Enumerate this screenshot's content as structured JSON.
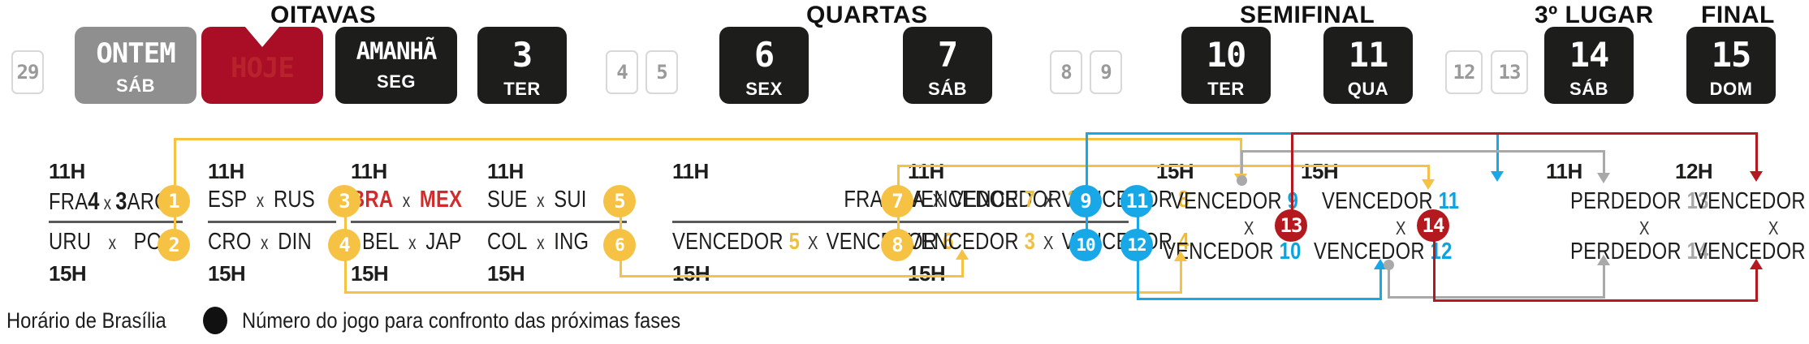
{
  "legend": {
    "timezone_note": "Horário de Brasília",
    "bullet_icon": "filled-circle",
    "number_note": "Número do jogo para confronto das próximas fases"
  },
  "colors": {
    "yellow": "#f6c243",
    "blue": "#18a8e8",
    "red": "#b3191f",
    "gray": "#a9a9a9",
    "today_red": "#aa0e27",
    "yesterday_gray": "#8f8f8f",
    "dark": "#1d1d1b",
    "brasil_red": "#d22b2b"
  },
  "phases": [
    {
      "key": "oitavas",
      "label": "OITAVAS"
    },
    {
      "key": "quartas",
      "label": "QUARTAS"
    },
    {
      "key": "semifinal",
      "label": "SEMIFINAL"
    },
    {
      "key": "terceiro",
      "label": "3º LUGAR"
    },
    {
      "key": "final",
      "label": "FINAL"
    }
  ],
  "dates": [
    {
      "id": "d29",
      "type": "ghost",
      "num": "29"
    },
    {
      "id": "d30",
      "type": "card",
      "style": "gray",
      "num": "ONTEM",
      "dow": "SÁB"
    },
    {
      "id": "d01",
      "type": "card",
      "style": "red",
      "num": "HOJE",
      "dow": ""
    },
    {
      "id": "d02",
      "type": "card",
      "style": "dark",
      "num": "AMANHÃ",
      "dow": "SEG"
    },
    {
      "id": "d03",
      "type": "card",
      "style": "dark",
      "num": "3",
      "dow": "TER"
    },
    {
      "id": "d04",
      "type": "ghost",
      "num": "4"
    },
    {
      "id": "d05",
      "type": "ghost",
      "num": "5"
    },
    {
      "id": "d06",
      "type": "card",
      "style": "dark",
      "num": "6",
      "dow": "SEX"
    },
    {
      "id": "d07",
      "type": "card",
      "style": "dark",
      "num": "7",
      "dow": "SÁB"
    },
    {
      "id": "d08",
      "type": "ghost",
      "num": "8"
    },
    {
      "id": "d09",
      "type": "ghost",
      "num": "9"
    },
    {
      "id": "d10",
      "type": "card",
      "style": "dark",
      "num": "10",
      "dow": "TER"
    },
    {
      "id": "d11",
      "type": "card",
      "style": "dark",
      "num": "11",
      "dow": "QUA"
    },
    {
      "id": "d12",
      "type": "ghost",
      "num": "12"
    },
    {
      "id": "d13",
      "type": "ghost",
      "num": "13"
    },
    {
      "id": "d14",
      "type": "card",
      "style": "dark",
      "num": "14",
      "dow": "SÁB"
    },
    {
      "id": "d15",
      "type": "card",
      "style": "dark",
      "num": "15",
      "dow": "DOM"
    }
  ],
  "matches": {
    "g1": {
      "time_top": "11H",
      "time_bottom": "15H",
      "top": {
        "home": "FRA",
        "home_score": "4",
        "x": "x",
        "away_score": "3",
        "away": "ARG",
        "badge": "1"
      },
      "bottom": {
        "home": "URU",
        "x": "x",
        "away": "POR",
        "badge": "2"
      }
    },
    "g2": {
      "time_top": "11H",
      "time_bottom": "15H",
      "top": {
        "home": "ESP",
        "x": "x",
        "away": "RUS",
        "badge": "3"
      },
      "bottom": {
        "home": "CRO",
        "x": "x",
        "away": "DIN",
        "badge": "4"
      }
    },
    "g3": {
      "time_top": "11H",
      "time_bottom": "15H",
      "top": {
        "home": "BRA",
        "x": "x",
        "away": "MEX",
        "badge": "5",
        "highlight": true
      },
      "bottom": {
        "home": "BEL",
        "x": "x",
        "away": "JAP",
        "badge": "6"
      }
    },
    "g4": {
      "time_top": "11H",
      "time_bottom": "15H",
      "top": {
        "home": "SUE",
        "x": "x",
        "away": "SUI",
        "badge": "7"
      },
      "bottom": {
        "home": "COL",
        "x": "x",
        "away": "ING",
        "badge": "8"
      }
    },
    "q1": {
      "time_top": "11H",
      "time_bottom": "15H",
      "top": {
        "home": "FRANÇA",
        "x": "X",
        "away_label": "VENCEDOR",
        "away_num": "2",
        "badge": "9"
      },
      "bottom": {
        "home_label": "VENCEDOR",
        "home_num": "5",
        "x": "X",
        "away_label": "VENCEDOR",
        "away_num": "6",
        "badge": "10"
      }
    },
    "q2": {
      "time_top": "11H",
      "time_bottom": "15H",
      "top": {
        "home_label": "VENCEDOR",
        "home_num": "7",
        "x": "X",
        "away_label": "VENCEDOR",
        "away_num": "8",
        "badge": "11"
      },
      "bottom": {
        "home_label": "VENCEDOR",
        "home_num": "3",
        "x": "X",
        "away_label": "VENCEDOR",
        "away_num": "4",
        "badge": "12"
      }
    },
    "s1": {
      "time": "15H",
      "line1_label": "VENCEDOR",
      "line1_num": "9",
      "x": "X",
      "line2_label": "VENCEDOR",
      "line2_num": "10",
      "badge": "13"
    },
    "s2": {
      "time": "15H",
      "line1_label": "VENCEDOR",
      "line1_num": "11",
      "x": "X",
      "line2_label": "VENCEDOR",
      "line2_num": "12",
      "badge": "14"
    },
    "t3": {
      "time": "11H",
      "line1_label": "PERDEDOR",
      "line1_num": "13",
      "x": "X",
      "line2_label": "PERDEDOR",
      "line2_num": "14"
    },
    "fin": {
      "time": "12H",
      "line1_label": "VENCEDOR",
      "line1_num": "13",
      "x": "X",
      "line2_label": "VENCEDOR",
      "line2_num": "14"
    }
  }
}
